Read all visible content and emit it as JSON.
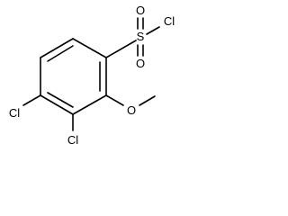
{
  "molecule": {
    "labels": {
      "sulfur": "S",
      "sulfonyl_chloride": "Cl",
      "sulfonyl_oxygen_top": "O",
      "sulfonyl_oxygen_bottom": "O",
      "methoxy_oxygen": "O",
      "chloro_4": "Cl",
      "chloro_3": "Cl"
    }
  }
}
